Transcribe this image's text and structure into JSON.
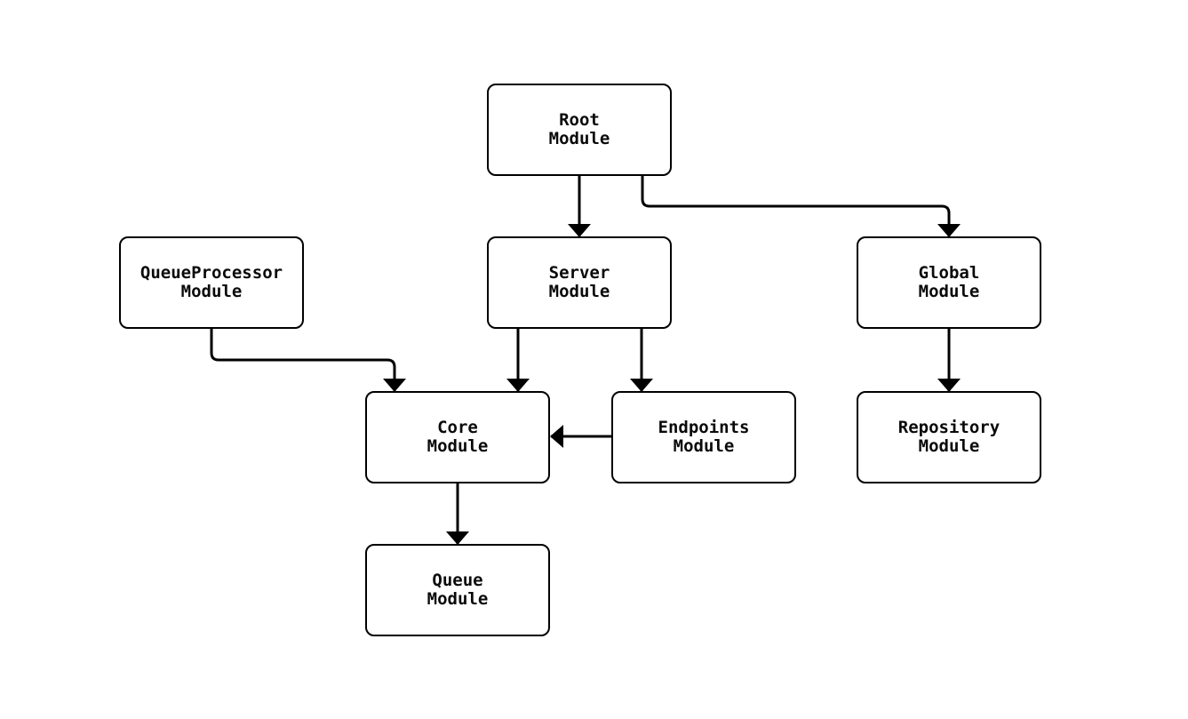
{
  "diagram": {
    "type": "module-dependency-graph",
    "background_color": "#ffffff",
    "node_fill_color": "#ffffff",
    "node_border_color": "#000000",
    "edge_color": "#000000",
    "text_color": "#0a0a0a",
    "nodes": {
      "root": {
        "line1": "Root",
        "line2": "Module"
      },
      "queueprocessor": {
        "line1": "QueueProcessor",
        "line2": "Module"
      },
      "server": {
        "line1": "Server",
        "line2": "Module"
      },
      "global": {
        "line1": "Global",
        "line2": "Module"
      },
      "core": {
        "line1": "Core",
        "line2": "Module"
      },
      "endpoints": {
        "line1": "Endpoints",
        "line2": "Module"
      },
      "repository": {
        "line1": "Repository",
        "line2": "Module"
      },
      "queue": {
        "line1": "Queue",
        "line2": "Module"
      }
    },
    "edges": [
      {
        "from": "Root Module",
        "to": "Server Module"
      },
      {
        "from": "Root Module",
        "to": "Global Module"
      },
      {
        "from": "QueueProcessor Module",
        "to": "Core Module"
      },
      {
        "from": "Server Module",
        "to": "Core Module"
      },
      {
        "from": "Server Module",
        "to": "Endpoints Module"
      },
      {
        "from": "Endpoints Module",
        "to": "Core Module"
      },
      {
        "from": "Global Module",
        "to": "Repository Module"
      },
      {
        "from": "Core Module",
        "to": "Queue Module"
      }
    ]
  }
}
